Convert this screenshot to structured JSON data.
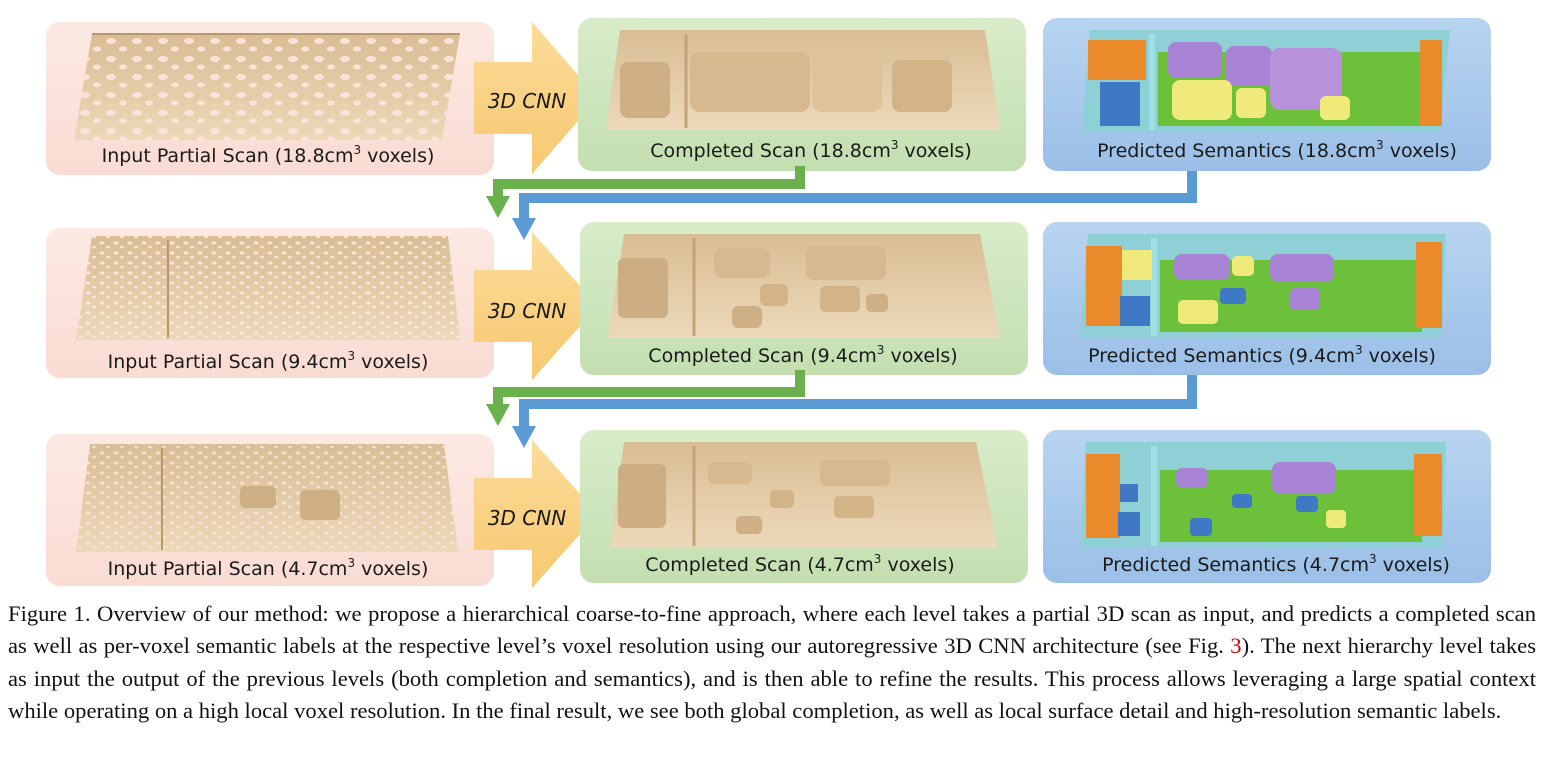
{
  "levels": [
    {
      "cnn_label": "3D CNN",
      "input": {
        "text": "Input Partial Scan (18.8cm",
        "sup": "3",
        "tail": " voxels)"
      },
      "completed": {
        "text": "Completed Scan (18.8cm",
        "sup": "3",
        "tail": " voxels)"
      },
      "semantics": {
        "text": "Predicted Semantics (18.8cm",
        "sup": "3",
        "tail": " voxels)"
      }
    },
    {
      "cnn_label": "3D CNN",
      "input": {
        "text": "Input Partial Scan (9.4cm",
        "sup": "3",
        "tail": " voxels)"
      },
      "completed": {
        "text": "Completed Scan (9.4cm",
        "sup": "3",
        "tail": " voxels)"
      },
      "semantics": {
        "text": "Predicted Semantics (9.4cm",
        "sup": "3",
        "tail": " voxels)"
      }
    },
    {
      "cnn_label": "3D CNN",
      "input": {
        "text": "Input Partial Scan (4.7cm",
        "sup": "3",
        "tail": " voxels)"
      },
      "completed": {
        "text": "Completed Scan (4.7cm",
        "sup": "3",
        "tail": " voxels)"
      },
      "semantics": {
        "text": "Predicted Semantics (4.7cm",
        "sup": "3",
        "tail": " voxels)"
      }
    }
  ],
  "caption": {
    "part1": "Figure 1. Overview of our method: we propose a hierarchical coarse-to-fine approach, where each level takes a partial 3D scan as input, and predicts a completed scan as well as per-voxel semantic labels at the respective level’s voxel resolution using our autoregressive 3D CNN architecture (see Fig. ",
    "ref": "3",
    "part2": "). The next hierarchy level takes as input the output of the previous levels (both completion and semantics), and is then able to refine the results. This process allows leveraging a large spatial context while operating on a high local voxel resolution. In the final result, we see both global completion, as well as local surface detail and high-resolution semantic labels."
  },
  "colors": {
    "input_panel": "#fbe3dc",
    "completed_panel": "#cfe6bf",
    "semantics_panel": "#a9c9ec",
    "cnn_arrow": "#fbd58a",
    "green_arrow": "#6ab04c",
    "blue_arrow": "#5b9bd5",
    "scan_beige": "#e6cfa9",
    "sem_purple": "#a883d6",
    "sem_yellow": "#f0ea7a",
    "sem_green": "#6cc03a",
    "sem_orange": "#ea8a2b",
    "sem_blue": "#3f78c4"
  }
}
